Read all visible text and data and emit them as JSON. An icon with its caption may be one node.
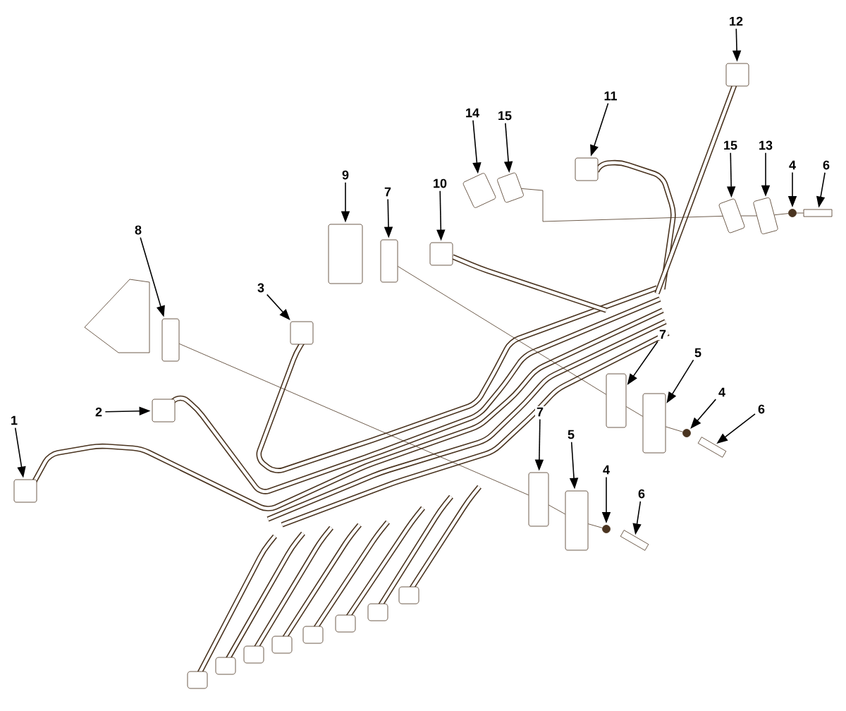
{
  "diagram": {
    "nodes": [
      {
        "text": [
          "1"
        ]
      },
      {
        "text": [
          "2"
        ]
      },
      {
        "text": [
          "3"
        ]
      },
      {
        "text": [
          "8"
        ]
      },
      {
        "text": [
          "9"
        ]
      },
      {
        "text": [
          "7"
        ]
      },
      {
        "text": [
          "10"
        ]
      },
      {
        "text": [
          "14"
        ]
      },
      {
        "text": [
          "15"
        ]
      },
      {
        "text": [
          "11"
        ]
      },
      {
        "text": [
          "12"
        ]
      },
      {
        "text": [
          "15"
        ]
      },
      {
        "text": [
          "13"
        ]
      },
      {
        "text": [
          "4"
        ]
      },
      {
        "text": [
          "6"
        ]
      },
      {
        "text": [
          "7"
        ]
      },
      {
        "text": [
          "5"
        ]
      },
      {
        "text": [
          "4"
        ]
      },
      {
        "text": [
          "6"
        ]
      },
      {
        "text": [
          "7"
        ]
      },
      {
        "text": [
          "5"
        ]
      },
      {
        "text": [
          "4"
        ]
      },
      {
        "text": [
          "6"
        ]
      },
      {
        "text": [],
        "shape": "box"
      },
      {
        "text": [],
        "shape": "box"
      },
      {
        "text": [],
        "shape": "box"
      },
      {
        "text": [],
        "shape": "box"
      },
      {
        "text": [],
        "shape": "box"
      },
      {
        "text": [],
        "shape": "box"
      },
      {
        "text": [],
        "shape": "box"
      },
      {
        "text": [],
        "shape": "box"
      },
      {
        "text": [],
        "shape": "box"
      },
      {
        "text": [],
        "shape": "box"
      },
      {
        "text": [],
        "shape": "box"
      },
      {
        "text": [],
        "shape": "box"
      },
      {
        "text": [],
        "shape": "box"
      },
      {
        "text": [],
        "shape": "circle"
      },
      {
        "text": [],
        "shape": "bar"
      },
      {
        "text": [],
        "shape": "box"
      },
      {
        "text": [],
        "shape": "box"
      },
      {
        "text": [],
        "shape": "circle"
      },
      {
        "text": [],
        "shape": "bar"
      },
      {
        "text": [],
        "shape": "box"
      },
      {
        "text": [],
        "shape": "box"
      },
      {
        "text": [],
        "shape": "circle"
      },
      {
        "text": [],
        "shape": "bar"
      }
    ],
    "edges": [
      {
        "from": 0,
        "to": 23,
        "arrow": "to"
      },
      {
        "from": 1,
        "to": 24,
        "arrow": "to"
      },
      {
        "from": 2,
        "to": 25,
        "arrow": "to"
      },
      {
        "from": 3,
        "to": 26,
        "arrow": "to"
      },
      {
        "from": 4,
        "to": 27,
        "arrow": "to"
      },
      {
        "from": 5,
        "to": 28,
        "arrow": "to"
      },
      {
        "from": 6,
        "to": 29,
        "arrow": "to"
      },
      {
        "from": 7,
        "to": 30,
        "arrow": "to"
      },
      {
        "from": 8,
        "to": 31,
        "arrow": "to"
      },
      {
        "from": 9,
        "to": 32,
        "arrow": "to"
      },
      {
        "from": 10,
        "to": 33,
        "arrow": "to"
      },
      {
        "from": 11,
        "to": 34,
        "arrow": "to"
      },
      {
        "from": 12,
        "to": 35,
        "arrow": "to"
      },
      {
        "from": 13,
        "to": 36,
        "arrow": "to"
      },
      {
        "from": 14,
        "to": 37,
        "arrow": "to"
      },
      {
        "from": 15,
        "to": 38,
        "arrow": "to"
      },
      {
        "from": 16,
        "to": 39,
        "arrow": "to"
      },
      {
        "from": 17,
        "to": 40,
        "arrow": "to"
      },
      {
        "from": 18,
        "to": 41,
        "arrow": "to"
      },
      {
        "from": 19,
        "to": 42,
        "arrow": "to"
      },
      {
        "from": 20,
        "to": 43,
        "arrow": "to"
      },
      {
        "from": 21,
        "to": 44,
        "arrow": "to"
      },
      {
        "from": 22,
        "to": 45,
        "arrow": "to"
      },
      {
        "from": 26,
        "to": 42,
        "arrow": "none"
      },
      {
        "from": 42,
        "to": 43,
        "arrow": "none"
      },
      {
        "from": 43,
        "to": 44,
        "arrow": "none"
      },
      {
        "from": 28,
        "to": 38,
        "arrow": "none"
      },
      {
        "from": 38,
        "to": 39,
        "arrow": "none"
      },
      {
        "from": 39,
        "to": 40,
        "arrow": "none"
      },
      {
        "from": 31,
        "to": 34,
        "arrow": "none"
      },
      {
        "from": 34,
        "to": 35,
        "arrow": "none"
      },
      {
        "from": 35,
        "to": 36,
        "arrow": "none"
      },
      {
        "from": 36,
        "to": 37,
        "arrow": "none"
      }
    ]
  }
}
